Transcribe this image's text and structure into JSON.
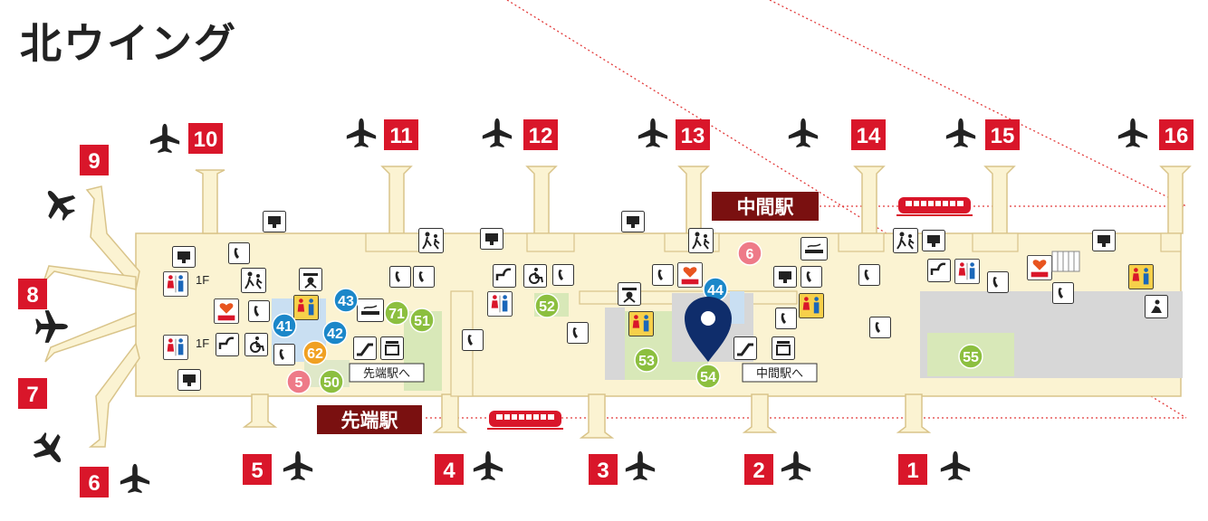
{
  "title": "北ウイング",
  "gates": [
    {
      "label": "1"
    },
    {
      "label": "2"
    },
    {
      "label": "3"
    },
    {
      "label": "4"
    },
    {
      "label": "5"
    },
    {
      "label": "6"
    },
    {
      "label": "7"
    },
    {
      "label": "8"
    },
    {
      "label": "9"
    },
    {
      "label": "10"
    },
    {
      "label": "11"
    },
    {
      "label": "12"
    },
    {
      "label": "13"
    },
    {
      "label": "14"
    },
    {
      "label": "15"
    },
    {
      "label": "16"
    }
  ],
  "stations": {
    "middle": "中間駅",
    "tip": "先端駅",
    "to_middle": "中間駅へ",
    "to_tip": "先端駅へ"
  },
  "floor_label": "1F",
  "shop_markers": [
    {
      "label": "41",
      "color": "blue"
    },
    {
      "label": "42",
      "color": "blue"
    },
    {
      "label": "43",
      "color": "blue"
    },
    {
      "label": "44",
      "color": "blue"
    },
    {
      "label": "50",
      "color": "green"
    },
    {
      "label": "51",
      "color": "green"
    },
    {
      "label": "52",
      "color": "green"
    },
    {
      "label": "53",
      "color": "green"
    },
    {
      "label": "54",
      "color": "green"
    },
    {
      "label": "55",
      "color": "green"
    },
    {
      "label": "71",
      "color": "green"
    },
    {
      "label": "62",
      "color": "orange"
    },
    {
      "label": "5",
      "color": "pink"
    },
    {
      "label": "6",
      "color": "pink"
    }
  ],
  "colors": {
    "gate_red": "#d9162a",
    "station_maroon": "#7a1010",
    "concourse": "#fbf3d2",
    "concourse_outline": "#d9c48a",
    "shop_blue": "#1b87c9",
    "shop_green": "#8cbf3f",
    "shop_orange": "#f0a022",
    "shop_pink": "#ee7a88",
    "pin": "#0f2d6b"
  },
  "icons": [
    "airplane-icon",
    "phone-icon",
    "toilet-icon",
    "aed-icon",
    "smoking-icon",
    "water-fountain-icon",
    "baby-room-icon",
    "escalator-icon",
    "location-pin-icon",
    "train-icon"
  ]
}
